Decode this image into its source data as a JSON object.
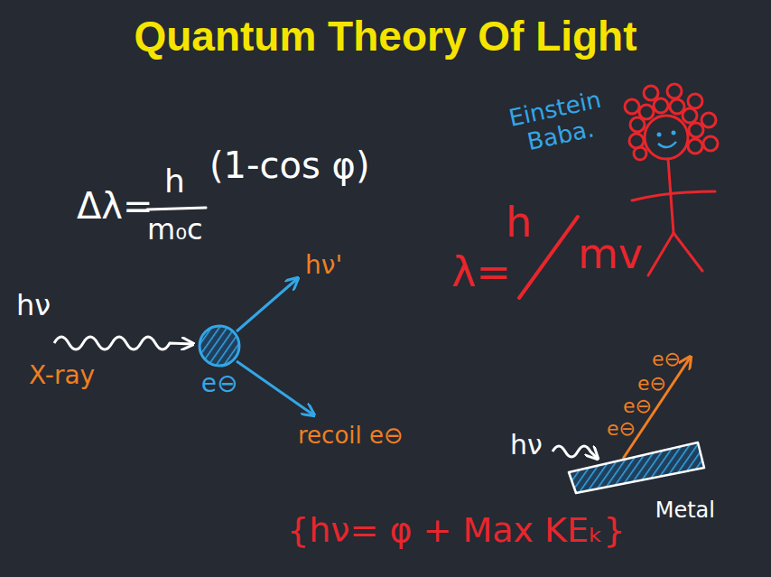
{
  "diagram": {
    "title": "Quantum Theory Of Light",
    "nodes": [
      {
        "text": [
          "e⊖"
        ]
      },
      {
        "text": [
          "Metal"
        ]
      }
    ],
    "labels": [
      "Δλ=",
      "h",
      "m₀c",
      "(1-cos φ)",
      "hν",
      "X-ray",
      "hν'",
      "recoil e⊖",
      "Einstein Baba.",
      "λ=",
      "h",
      "mv",
      "hν",
      "e⊖",
      "e⊖",
      "e⊖",
      "e⊖",
      "{hν= φ + Max KEₖ}"
    ]
  }
}
